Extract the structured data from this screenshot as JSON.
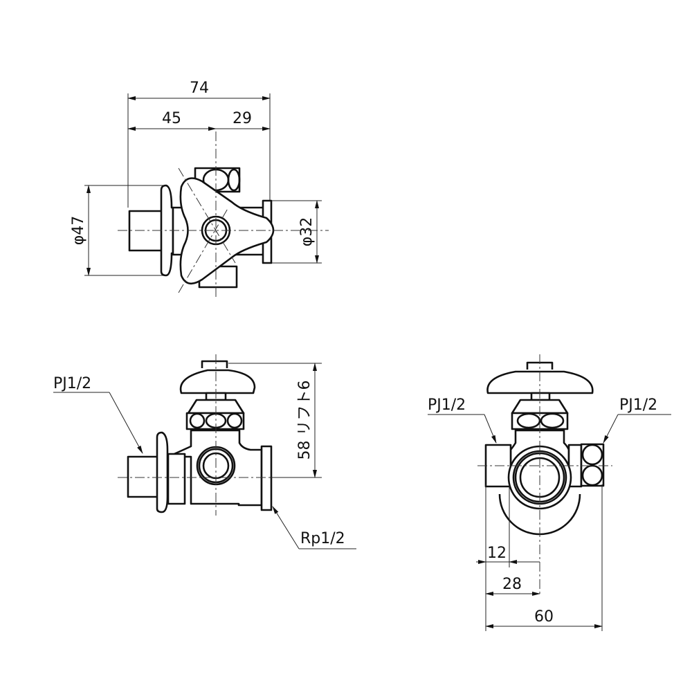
{
  "top_view": {
    "dim_total": "74",
    "dim_left": "45",
    "dim_right": "29",
    "dim_flange_diameter": "φ47",
    "dim_end_diameter": "φ32"
  },
  "front_view": {
    "inlet_label": "PJ1/2",
    "outlet_label": "Rp1/2",
    "height_dim": "58 リフト6"
  },
  "side_view": {
    "left_label": "PJ1/2",
    "right_label": "PJ1/2",
    "dim_12": "12",
    "dim_28": "28",
    "dim_60": "60"
  },
  "colors": {
    "line": "#111111",
    "background": "#ffffff"
  }
}
